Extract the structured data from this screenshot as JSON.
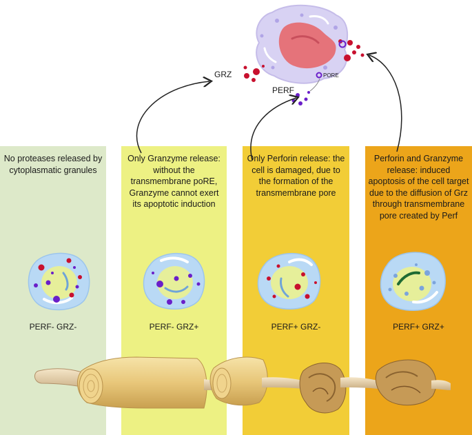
{
  "panels": [
    {
      "description": "No proteases released by cytoplasmatic granules",
      "label": "PERF- GRZ-",
      "color": "#dde9c9"
    },
    {
      "description": "Only Granzyme release: without the transmembrane poRE, Granzyme cannot exert its apoptotic induction",
      "label": "PERF- GRZ+",
      "color": "#edf183"
    },
    {
      "description": "Only Perforin release: the cell is damaged, due to the formation of the transmembrane pore",
      "label": "PERF+ GRZ-",
      "color": "#f2cd37"
    },
    {
      "description": "Perforin and Granzyme release: induced apoptosis of the cell target due to the diffusion of Grz through transmembrane pore created by Perf",
      "label": "PERF+ GRZ+",
      "color": "#eca51a"
    }
  ],
  "top_cell": {
    "grz_label": "GRZ",
    "perf_label": "PERF",
    "pore_label": "PORE"
  },
  "colors": {
    "granzyme": "#c8102e",
    "perforin": "#6a1fc9",
    "cell_membrane": "#b9d9f5",
    "nucleus": "#e6ef9a"
  }
}
